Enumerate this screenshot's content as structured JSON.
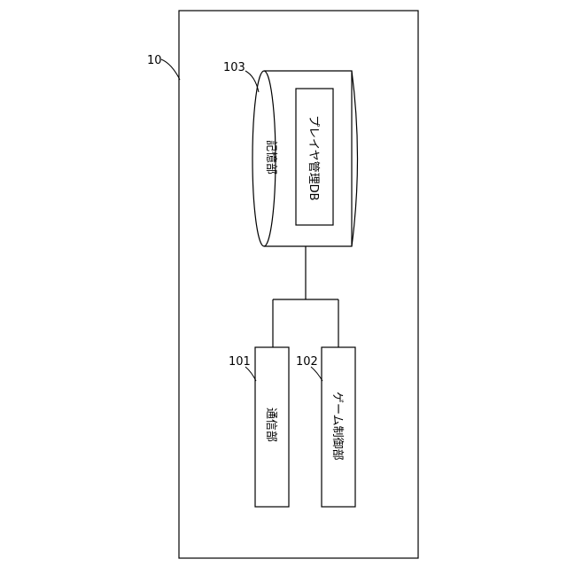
{
  "diagram": {
    "system": {
      "ref": "10"
    },
    "storage": {
      "ref": "103",
      "label": "記憶部",
      "db_label": "プレイヤ管理DB"
    },
    "communication": {
      "ref": "101",
      "label": "通信部"
    },
    "game_control": {
      "ref": "102",
      "label": "ゲーム制御部"
    }
  }
}
